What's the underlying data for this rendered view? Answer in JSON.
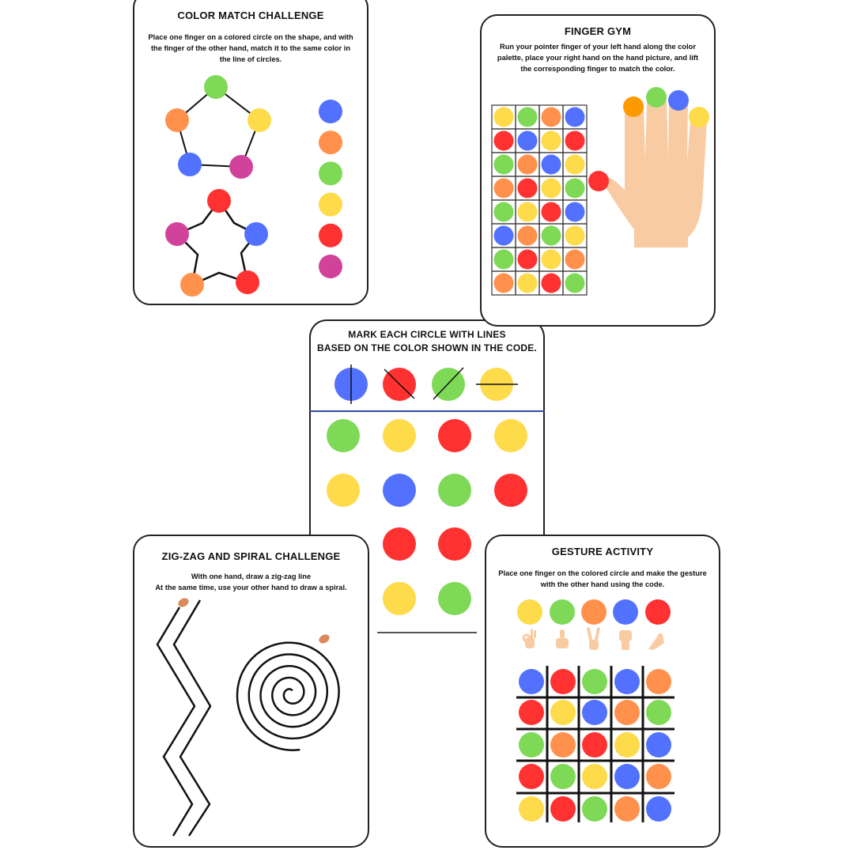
{
  "colors": {
    "yellow": "#FDDB4A",
    "green": "#7ED957",
    "orange": "#FF914D",
    "blue": "#5271FF",
    "red": "#FF3131",
    "magenta": "#D1439A",
    "dark_orange": "#FF9900",
    "skin": "#F9CBA3",
    "navy": "#2E4A9A"
  },
  "color_match": {
    "title": "COLOR MATCH CHALLENGE",
    "instructions": [
      "Place one finger on a colored circle on the shape, and with",
      "the finger of the other hand, match it to the same color in",
      "the line of circles."
    ],
    "pentagon": [
      "green",
      "yellow",
      "magenta",
      "blue",
      "orange"
    ],
    "star": [
      "red",
      "blue",
      "red",
      "orange",
      "magenta"
    ],
    "column": [
      "blue",
      "orange",
      "green",
      "yellow",
      "red",
      "magenta"
    ]
  },
  "finger_gym": {
    "title": "FINGER GYM",
    "instructions": [
      "Run your pointer finger of your left hand along the color",
      "palette, place your right hand on the hand picture, and lift",
      "the corresponding finger to match the color."
    ],
    "grid": [
      [
        "yellow",
        "green",
        "orange",
        "blue"
      ],
      [
        "red",
        "blue",
        "yellow",
        "red"
      ],
      [
        "green",
        "orange",
        "blue",
        "yellow"
      ],
      [
        "orange",
        "red",
        "yellow",
        "green"
      ],
      [
        "green",
        "yellow",
        "red",
        "blue"
      ],
      [
        "blue",
        "orange",
        "green",
        "yellow"
      ],
      [
        "green",
        "red",
        "yellow",
        "orange"
      ],
      [
        "orange",
        "yellow",
        "red",
        "green"
      ]
    ],
    "finger_tips": {
      "thumb": "red",
      "index": "dark_orange",
      "middle": "green",
      "ring": "blue",
      "pinky": "yellow"
    }
  },
  "mark_circles": {
    "title_line1": "MARK EACH CIRCLE WITH LINES",
    "title_line2": "BASED ON THE COLOR SHOWN IN THE CODE.",
    "code": [
      {
        "color": "blue",
        "mark": "vertical"
      },
      {
        "color": "red",
        "mark": "diagonal-down"
      },
      {
        "color": "green",
        "mark": "diagonal-up"
      },
      {
        "color": "yellow",
        "mark": "horizontal"
      }
    ],
    "grid": [
      [
        "green",
        "yellow",
        "red",
        "yellow"
      ],
      [
        "yellow",
        "blue",
        "green",
        "red"
      ],
      [
        null,
        "red",
        "red",
        null
      ],
      [
        null,
        "yellow",
        "green",
        null
      ]
    ]
  },
  "zigzag_spiral": {
    "title": "ZIG-ZAG AND SPIRAL CHALLENGE",
    "instructions": [
      "With one hand, draw a zig-zag line",
      "At the same time, use your other hand to draw a spiral."
    ]
  },
  "gesture": {
    "title": "GESTURE ACTIVITY",
    "instructions": [
      "Place one finger on the colored circle and make the gesture",
      "with the other hand using the code."
    ],
    "code": [
      {
        "color": "yellow",
        "gesture": "ok-hand"
      },
      {
        "color": "green",
        "gesture": "thumbs-up"
      },
      {
        "color": "orange",
        "gesture": "victory-hand"
      },
      {
        "color": "blue",
        "gesture": "raised-fist"
      },
      {
        "color": "red",
        "gesture": "pinched-fingers"
      }
    ],
    "grid": [
      [
        "blue",
        "red",
        "green",
        "blue",
        "orange"
      ],
      [
        "red",
        "yellow",
        "blue",
        "orange",
        "green"
      ],
      [
        "green",
        "orange",
        "red",
        "yellow",
        "blue"
      ],
      [
        "red",
        "green",
        "yellow",
        "blue",
        "orange"
      ],
      [
        "yellow",
        "red",
        "green",
        "orange",
        "blue"
      ]
    ]
  }
}
